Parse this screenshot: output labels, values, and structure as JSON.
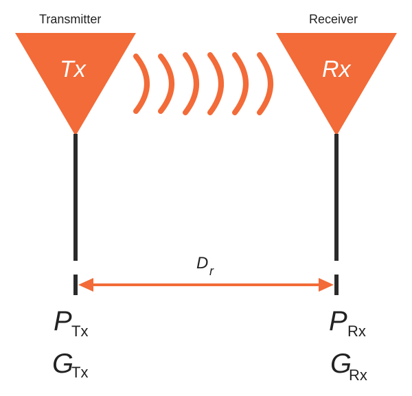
{
  "transmitter": {
    "heading": "Transmitter",
    "symbol": "Tx",
    "power_main": "P",
    "power_sub": "Tx",
    "gain_main": "G",
    "gain_sub": "Tx"
  },
  "receiver": {
    "heading": "Receiver",
    "symbol": "Rx",
    "power_main": "P",
    "power_sub": "Rx",
    "gain_main": "G",
    "gain_sub": "Rx"
  },
  "distance": {
    "main": "D",
    "sub": "r"
  },
  "colors": {
    "accent": "#f26b38",
    "line": "#2b2b2b",
    "text": "#222222"
  }
}
